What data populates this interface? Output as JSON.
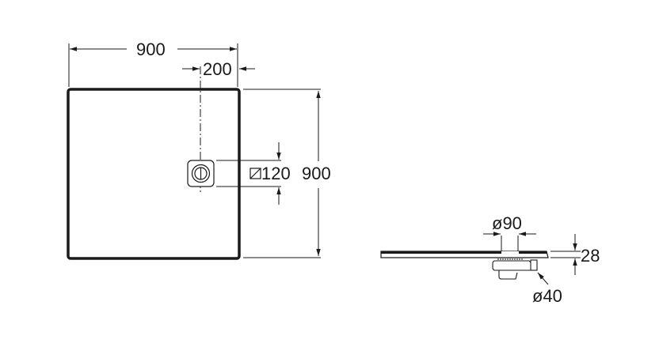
{
  "diagram": {
    "subject": "Square shower tray technical drawing",
    "plan_view": {
      "width_label": "900",
      "drain_offset_label": "200",
      "drain_size_label": "120",
      "drain_size_symbol": "square",
      "height_label": "900"
    },
    "side_view": {
      "drain_diameter_label": "ø90",
      "thickness_label": "28",
      "outlet_diameter_label": "ø40"
    },
    "colors": {
      "line": "#1a1a1a",
      "background": "#ffffff"
    }
  }
}
